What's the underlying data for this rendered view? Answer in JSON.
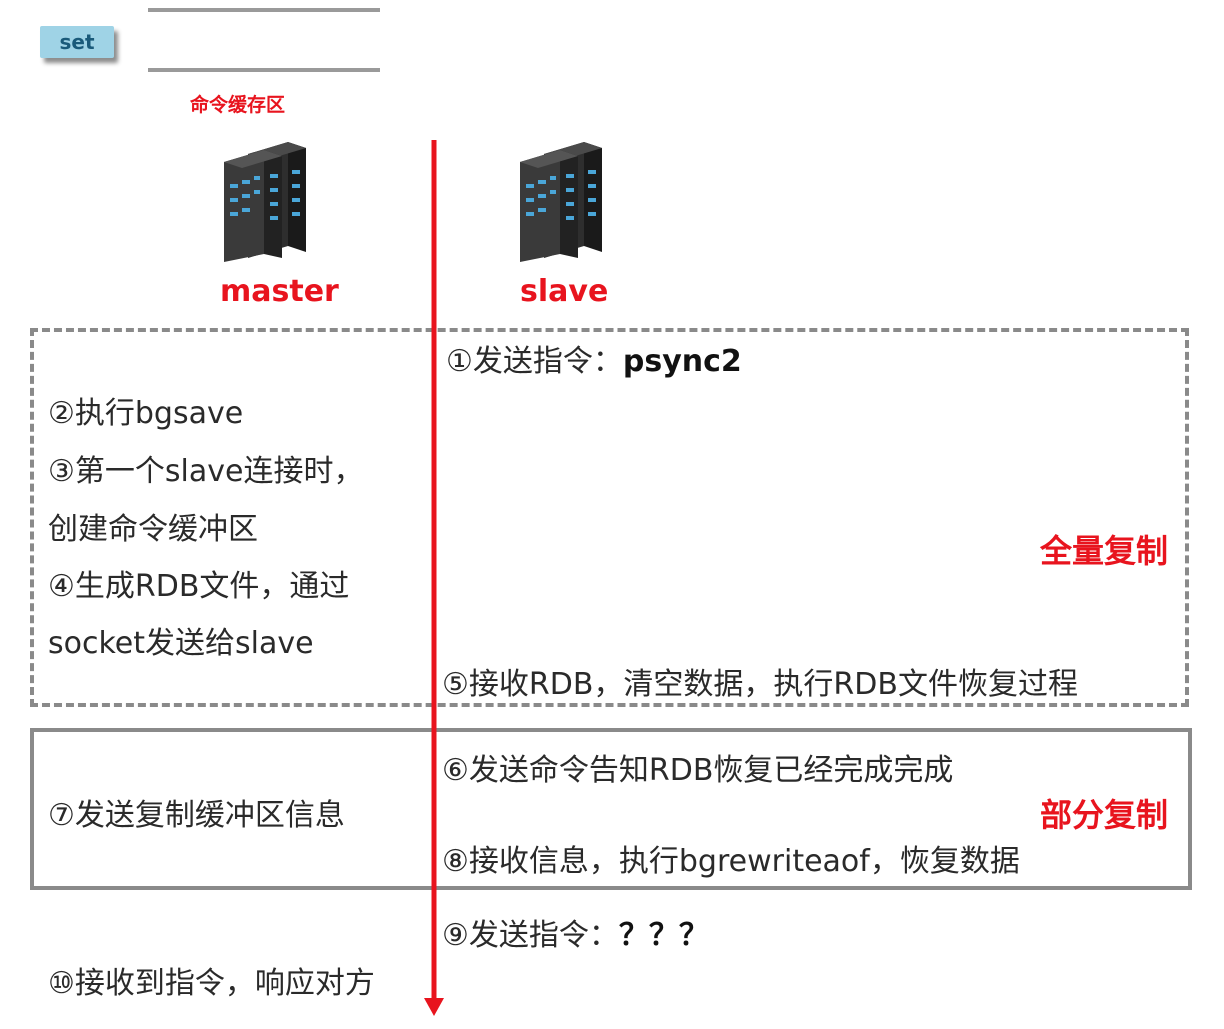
{
  "set_button": {
    "label": "set"
  },
  "buffer": {
    "label": "命令缓存区"
  },
  "master": {
    "label": "master"
  },
  "slave": {
    "label": "slave"
  },
  "full_sync": {
    "label": "全量复制",
    "step1_prefix": "①发送指令：",
    "step1_cmd": "psync2",
    "step2": "②执行bgsave",
    "step3_line1": "③第一个slave连接时，",
    "step3_line2": "创建命令缓冲区",
    "step4_line1": "④生成RDB文件，通过",
    "step4_line2": "socket发送给slave",
    "step5": "⑤接收RDB，清空数据，执行RDB文件恢复过程"
  },
  "partial_sync": {
    "label": "部分复制",
    "step6": "⑥发送命令告知RDB恢复已经完成完成",
    "step7": "⑦发送复制缓冲区信息",
    "step8": "⑧接收信息，执行bgrewriteaof，恢复数据"
  },
  "tail": {
    "step9_prefix": "⑨发送指令：",
    "step9_cmd": "？？？",
    "step10": "⑩接收到指令，响应对方"
  },
  "colors": {
    "accent_red": "#e8141e",
    "box_gray": "#8a8a8a",
    "button_blue": "#9fd3e6"
  },
  "icons": [
    "server-rack-icon"
  ]
}
